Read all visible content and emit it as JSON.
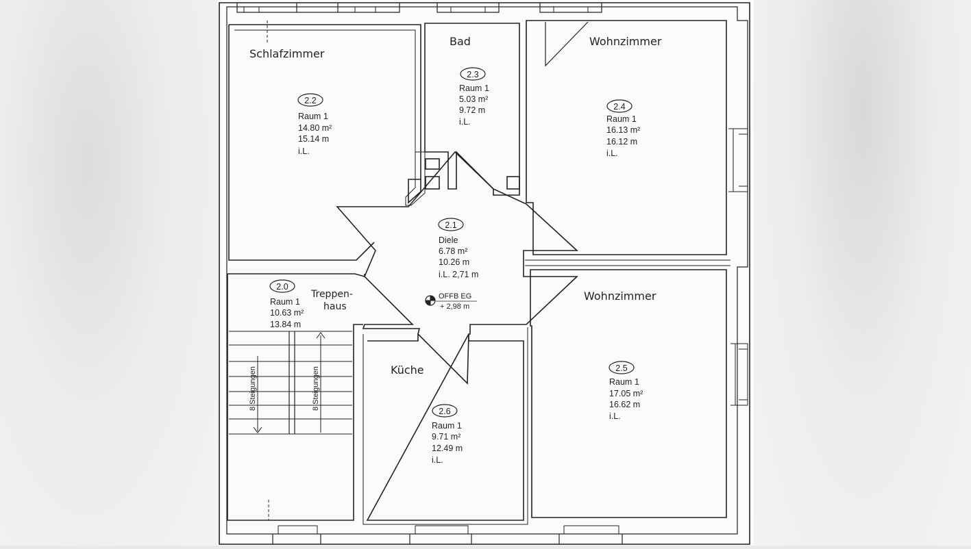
{
  "rooms": {
    "schlafzimmer": {
      "title": "Schlafzimmer",
      "id": "2.2",
      "name": "Raum 1",
      "area": "14.80 m²",
      "perimeter": "15.14 m",
      "note": "i.L."
    },
    "bad": {
      "title": "Bad",
      "id": "2.3",
      "name": "Raum 1",
      "area": "5.03 m²",
      "perimeter": "9.72 m",
      "note": "i.L."
    },
    "wohnzimmer_oben": {
      "title": "Wohnzimmer",
      "id": "2.4",
      "name": "Raum 1",
      "area": "16.13 m²",
      "perimeter": "16.12 m",
      "note": "i.L."
    },
    "diele": {
      "id": "2.1",
      "name": "Diele",
      "area": "6.78 m²",
      "perimeter": "10.26 m",
      "note": "i.L. 2,71 m"
    },
    "treppenhaus": {
      "title_line1": "Treppen-",
      "title_line2": "haus",
      "id": "2.0",
      "name": "Raum 1",
      "area": "10.63 m²",
      "perimeter": "13.84 m"
    },
    "wohnzimmer_unten": {
      "title": "Wohnzimmer",
      "id": "2.5",
      "name": "Raum 1",
      "area": "17.05 m²",
      "perimeter": "16.62 m",
      "note": "i.L."
    },
    "kueche": {
      "title": "Küche",
      "id": "2.6",
      "name": "Raum 1",
      "area": "9.71 m²",
      "perimeter": "12.49 m",
      "note": "i.L."
    }
  },
  "level_marker": {
    "label": "OFFB EG",
    "value": "+ 2,98 m"
  },
  "stairs": {
    "left_label": "8 Steigungen",
    "right_label": "8 Steigungen"
  }
}
